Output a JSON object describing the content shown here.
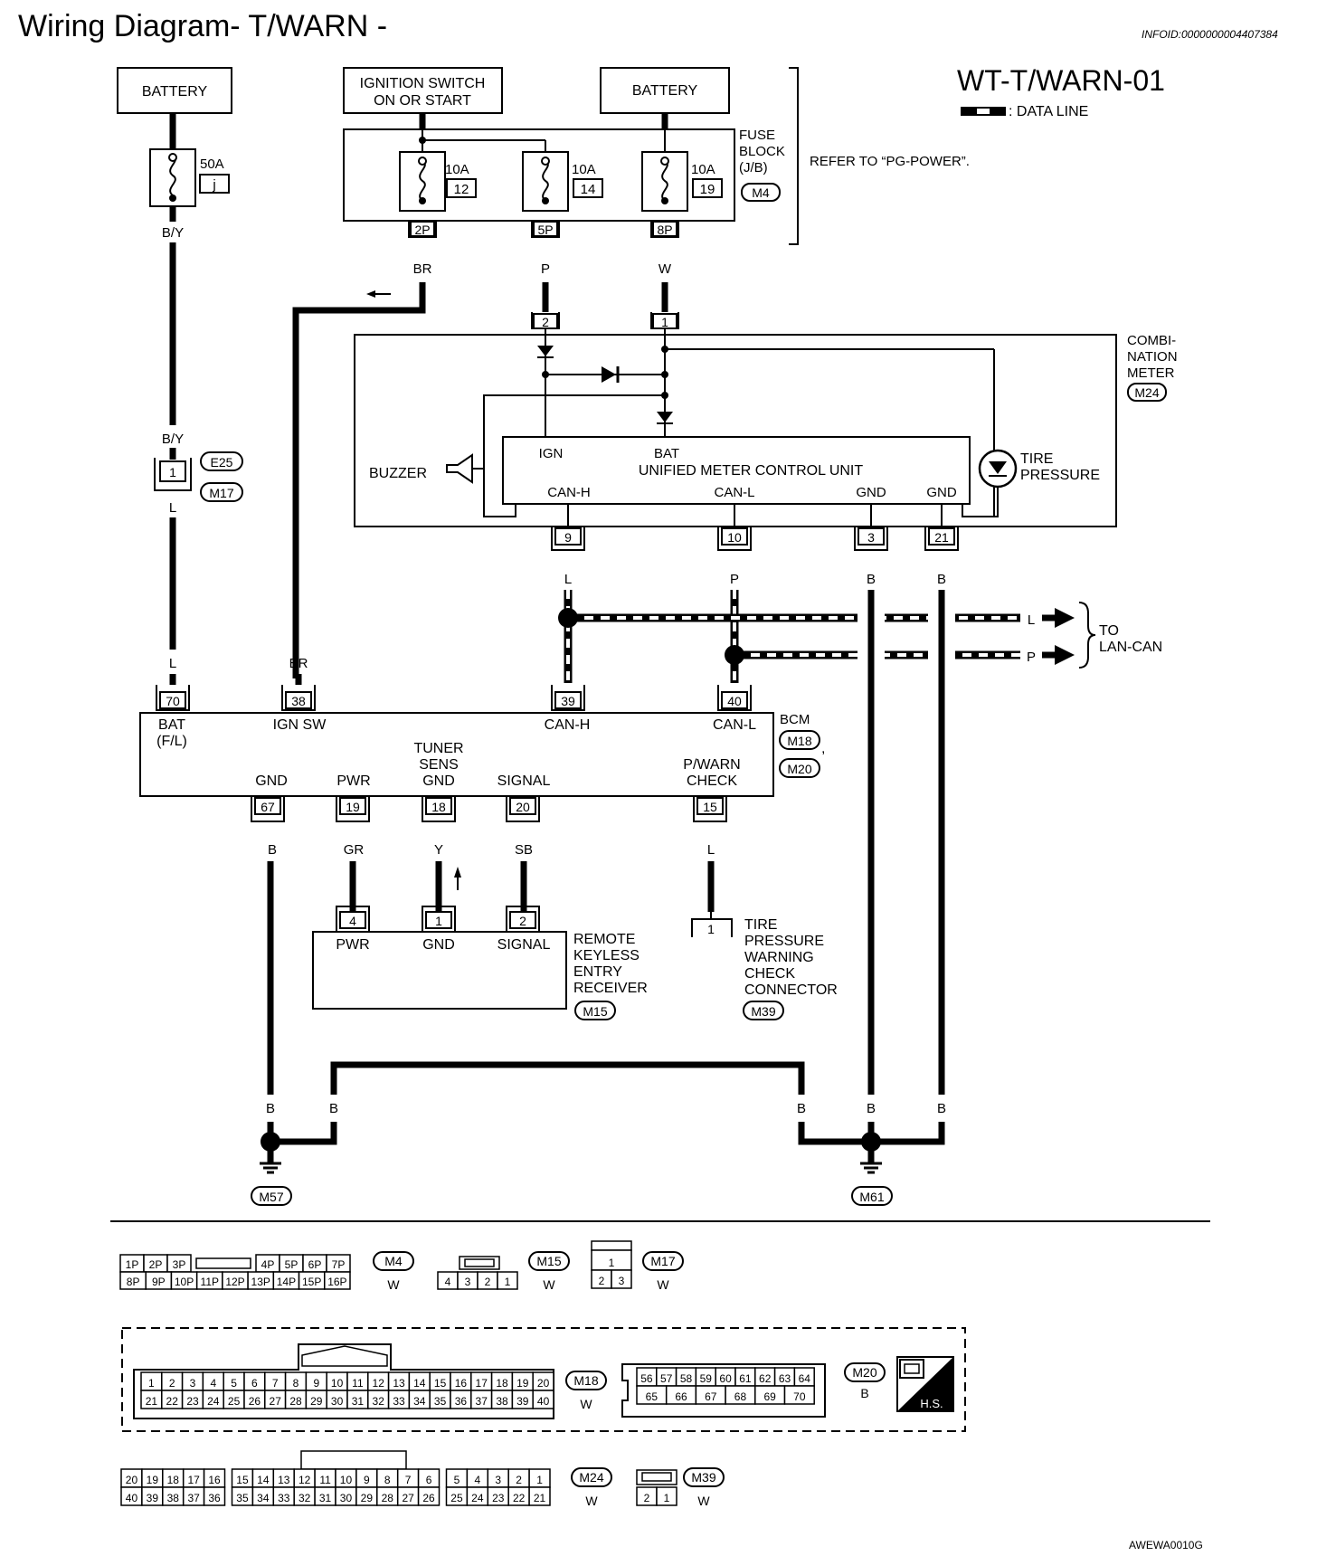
{
  "header": {
    "title": "Wiring Diagram- T/WARN -",
    "info_id": "INFOID:0000000004407384",
    "diagram_code": "WT-T/WARN-01",
    "legend_label": ": DATA LINE"
  },
  "power": {
    "battery_left": "BATTERY",
    "ignition_switch_line1": "IGNITION SWITCH",
    "ignition_switch_line2": "ON OR START",
    "battery_right": "BATTERY",
    "fuse_50a": "50A",
    "fuse_50a_id": "j",
    "fuses": [
      {
        "amps": "10A",
        "num": "12",
        "pin": "2P",
        "color": "BR"
      },
      {
        "amps": "10A",
        "num": "14",
        "pin": "5P",
        "color": "P"
      },
      {
        "amps": "10A",
        "num": "19",
        "pin": "8P",
        "color": "W"
      }
    ],
    "fuse_block_line1": "FUSE",
    "fuse_block_line2": "BLOCK",
    "fuse_block_line3": "(J/B)",
    "fuse_block_conn": "M4",
    "refer_text": "REFER TO “PG-POWER”."
  },
  "wires": {
    "by_top": "B/Y",
    "by_mid": "B/Y",
    "l_mid": "L",
    "l_bcm": "L",
    "br_bcm": "BR",
    "e25": "E25",
    "m17": "M17",
    "conn_e25_pin": "1"
  },
  "combination_meter": {
    "name_line1": "COMBI-",
    "name_line2": "NATION",
    "name_line3": "METER",
    "conn": "M24",
    "pin_ign": "2",
    "pin_bat": "1",
    "buzzer": "BUZZER",
    "ign": "IGN",
    "bat": "BAT",
    "unit": "UNIFIED METER CONTROL UNIT",
    "can_h": "CAN-H",
    "can_l": "CAN-L",
    "gnd1": "GND",
    "gnd2": "GND",
    "tire_line1": "TIRE",
    "tire_line2": "PRESSURE",
    "pins": [
      {
        "num": "9",
        "color": "L"
      },
      {
        "num": "10",
        "color": "P"
      },
      {
        "num": "3",
        "color": "B"
      },
      {
        "num": "21",
        "color": "B"
      }
    ]
  },
  "lan": {
    "l_label": "L",
    "p_label": "P",
    "to_line1": "TO",
    "to_line2": "LAN-CAN"
  },
  "bcm": {
    "name": "BCM",
    "conn1": "M18",
    "conn2": "M20",
    "comma": ",",
    "top_pins": [
      {
        "num": "70",
        "label1": "BAT",
        "label2": "(F/L)"
      },
      {
        "num": "38",
        "label1": "IGN SW"
      },
      {
        "num": "39",
        "label1": "CAN-H"
      },
      {
        "num": "40",
        "label1": "CAN-L"
      }
    ],
    "bottom_pins": [
      {
        "num": "67",
        "label": "GND",
        "color": "B"
      },
      {
        "num": "19",
        "label": "PWR",
        "color": "GR"
      },
      {
        "num": "18",
        "label1": "TUNER",
        "label2": "SENS",
        "label3": "GND",
        "color": "Y"
      },
      {
        "num": "20",
        "label": "SIGNAL",
        "color": "SB"
      },
      {
        "num": "15",
        "label1": "P/WARN",
        "label2": "CHECK",
        "color": "L"
      }
    ]
  },
  "receiver": {
    "pins": [
      {
        "num": "4",
        "label": "PWR"
      },
      {
        "num": "1",
        "label": "GND"
      },
      {
        "num": "2",
        "label": "SIGNAL"
      }
    ],
    "name_line1": "REMOTE",
    "name_line2": "KEYLESS",
    "name_line3": "ENTRY",
    "name_line4": "RECEIVER",
    "conn": "M15"
  },
  "check_connector": {
    "pin": "1",
    "name_line1": "TIRE",
    "name_line2": "PRESSURE",
    "name_line3": "WARNING",
    "name_line4": "CHECK",
    "name_line5": "CONNECTOR",
    "conn": "M39"
  },
  "grounds": {
    "b_labels": [
      "B",
      "B",
      "B",
      "B",
      "B"
    ],
    "m57": "M57",
    "m61": "M61"
  },
  "connectors": {
    "m4": {
      "id": "M4",
      "color": "W",
      "row1": [
        "1P",
        "2P",
        "3P",
        "4P",
        "5P",
        "6P",
        "7P"
      ],
      "row2": [
        "8P",
        "9P",
        "10P",
        "11P",
        "12P",
        "13P",
        "14P",
        "15P",
        "16P"
      ]
    },
    "m15": {
      "id": "M15",
      "color": "W",
      "row": [
        "4",
        "3",
        "2",
        "1"
      ]
    },
    "m17": {
      "id": "M17",
      "color": "W",
      "top": [
        "1"
      ],
      "row": [
        "2",
        "3"
      ]
    },
    "m18": {
      "id": "M18",
      "color": "W",
      "row1": [
        "1",
        "2",
        "3",
        "4",
        "5",
        "6",
        "7",
        "8",
        "9",
        "10",
        "11",
        "12",
        "13",
        "14",
        "15",
        "16",
        "17",
        "18",
        "19",
        "20"
      ],
      "row2": [
        "21",
        "22",
        "23",
        "24",
        "25",
        "26",
        "27",
        "28",
        "29",
        "30",
        "31",
        "32",
        "33",
        "34",
        "35",
        "36",
        "37",
        "38",
        "39",
        "40"
      ]
    },
    "m20": {
      "id": "M20",
      "color": "B",
      "row1": [
        "56",
        "57",
        "58",
        "59",
        "60",
        "61",
        "62",
        "63",
        "64"
      ],
      "row2": [
        "65",
        "66",
        "67",
        "68",
        "69",
        "70"
      ]
    },
    "hs_label": "H.S.",
    "m24": {
      "id": "M24",
      "color": "W",
      "row1": [
        "20",
        "19",
        "18",
        "17",
        "16",
        "15",
        "14",
        "13",
        "12",
        "11",
        "10",
        "9",
        "8",
        "7",
        "6",
        "5",
        "4",
        "3",
        "2",
        "1"
      ],
      "row2": [
        "40",
        "39",
        "38",
        "37",
        "36",
        "35",
        "34",
        "33",
        "32",
        "31",
        "30",
        "29",
        "28",
        "27",
        "26",
        "25",
        "24",
        "23",
        "22",
        "21"
      ]
    },
    "m39": {
      "id": "M39",
      "color": "W",
      "row": [
        "2",
        "1"
      ]
    }
  },
  "footer_code": "AWEWA0010G"
}
